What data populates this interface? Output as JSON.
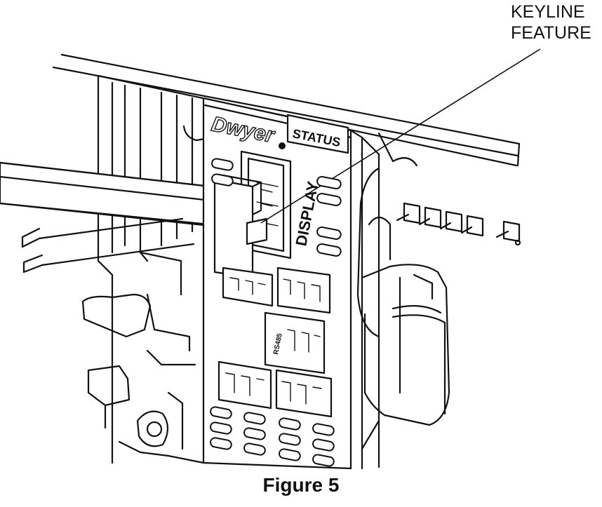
{
  "callout": {
    "line1": "KEYLINE",
    "line2": "FEATURE"
  },
  "panel": {
    "brand": "Dwyer",
    "status_label": "STATUS",
    "display_label": "DISPLAY",
    "rs485_label": "RS485"
  },
  "caption": "Figure 5"
}
